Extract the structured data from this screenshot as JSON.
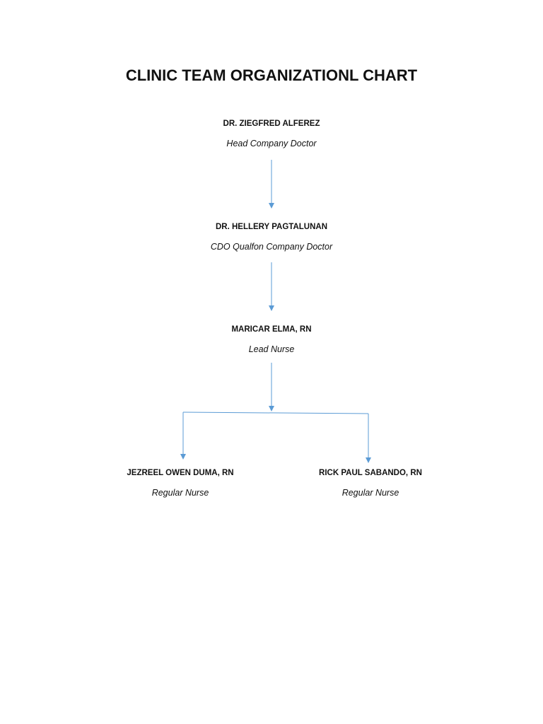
{
  "document": {
    "title": "CLINIC TEAM ORGANIZATIONL CHART"
  },
  "org": {
    "head": {
      "name": "DR. ZIEGFRED ALFEREZ",
      "role": "Head Company Doctor"
    },
    "cdo": {
      "name": "DR. HELLERY PAGTALUNAN",
      "role": "CDO Qualfon Company Doctor"
    },
    "lead": {
      "name": "MARICAR ELMA, RN",
      "role": "Lead Nurse"
    },
    "nurses": [
      {
        "name": "JEZREEL OWEN DUMA, RN",
        "role": "Regular Nurse"
      },
      {
        "name": "RICK PAUL SABANDO, RN",
        "role": "Regular Nurse"
      }
    ]
  },
  "style": {
    "connector_color": "#5b9bd5",
    "text_color": "#111111"
  }
}
